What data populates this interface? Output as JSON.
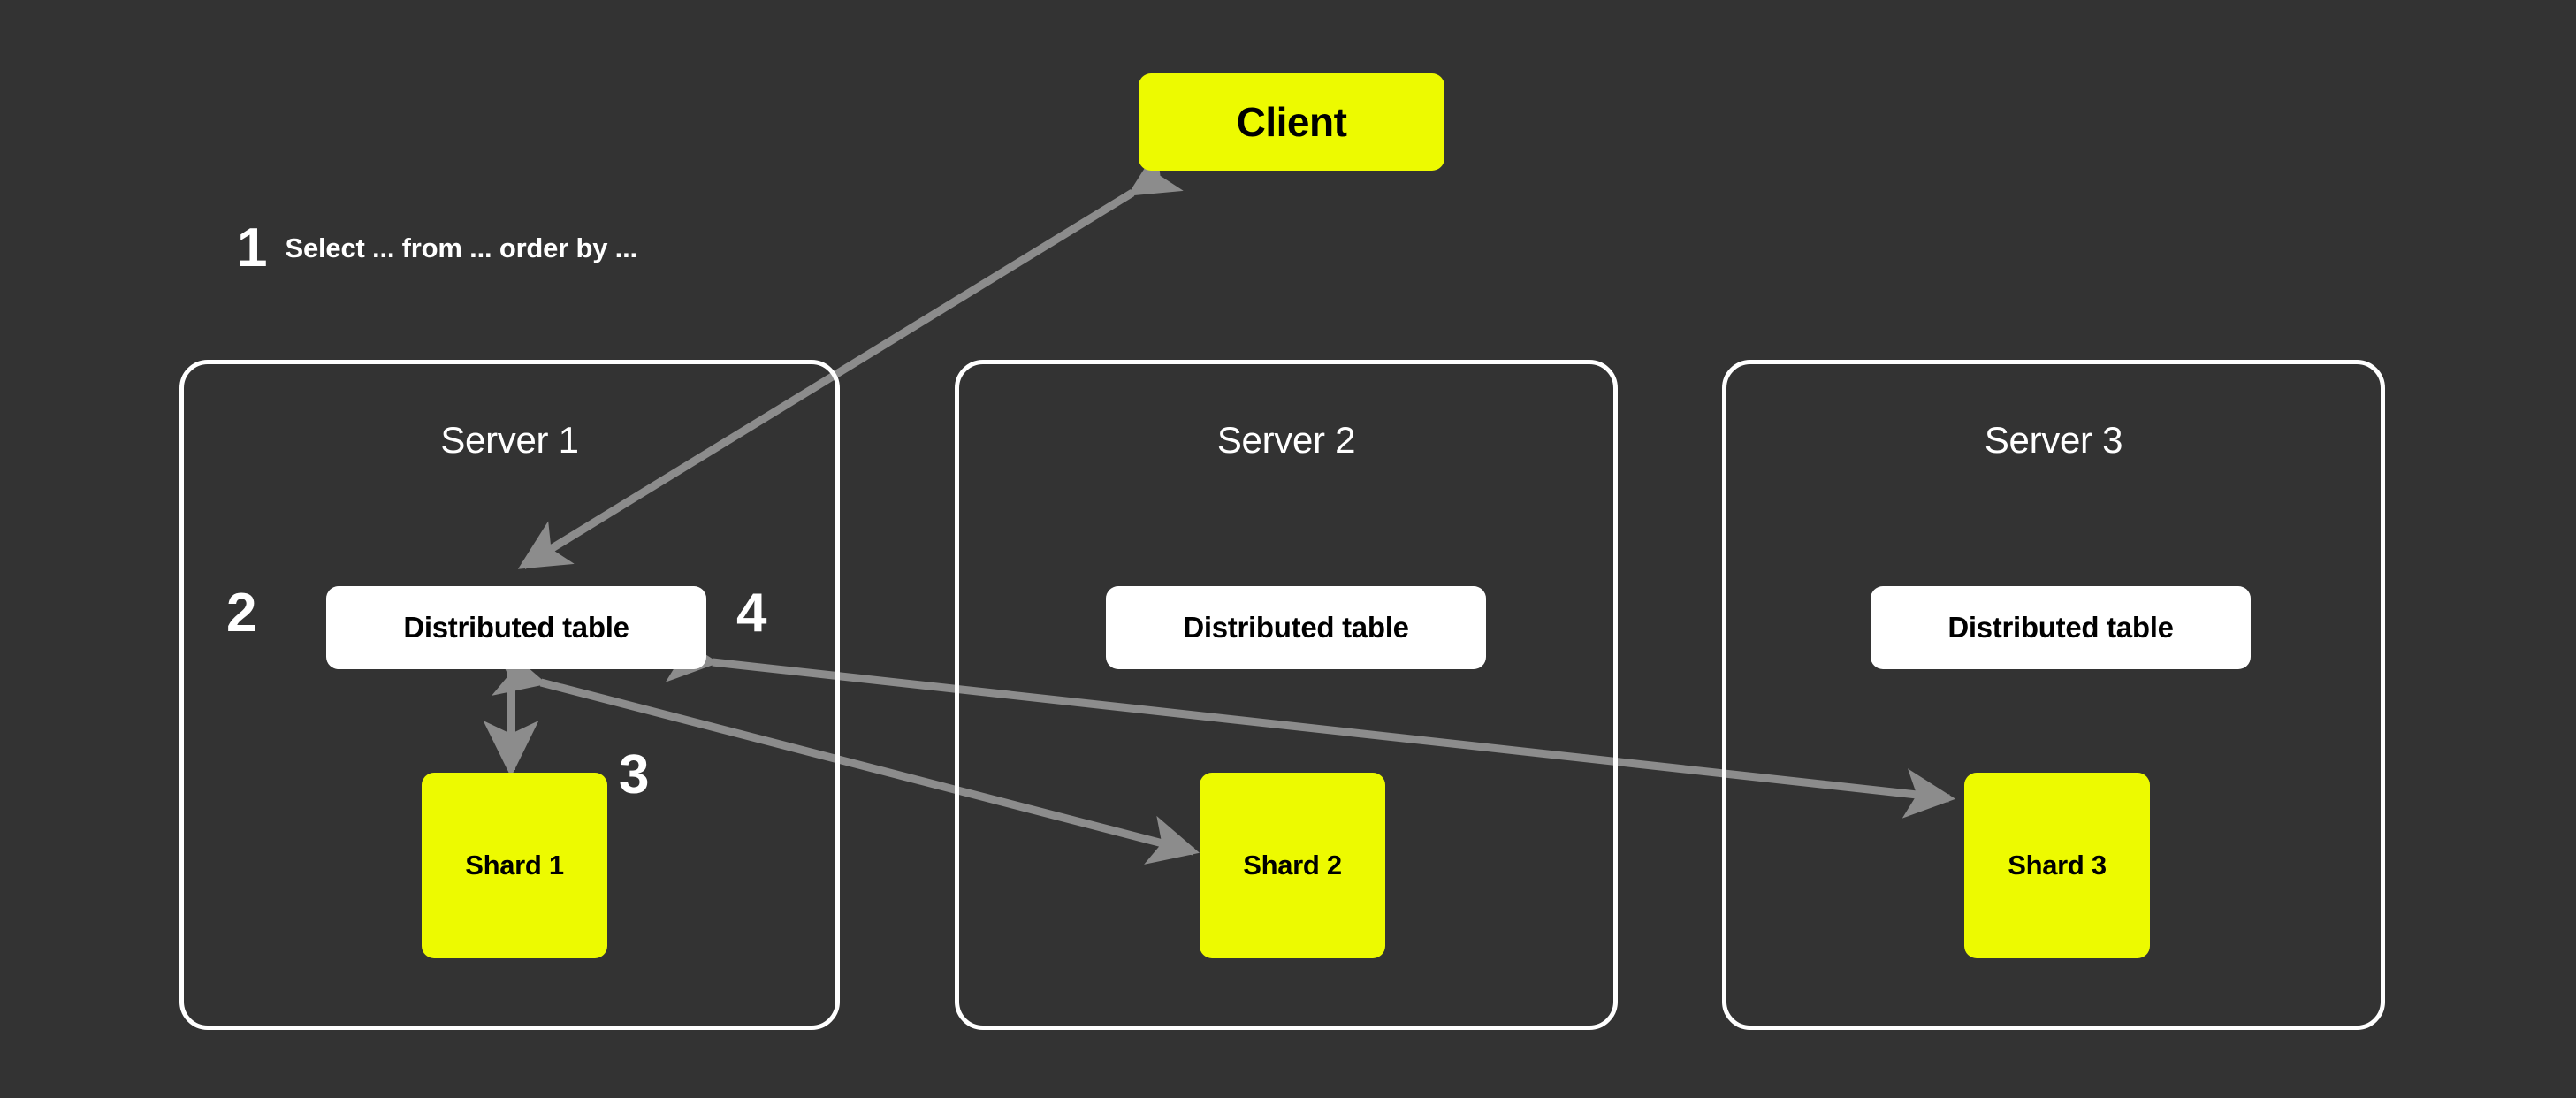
{
  "diagram": {
    "title": "Distributed table query flow across sharded servers",
    "background_color": "#333333",
    "accent_color": "#EDFA00",
    "arrow_color": "#8C8C8C",
    "panel_border_color": "#FFFFFF"
  },
  "client": {
    "label": "Client"
  },
  "steps": [
    {
      "number": "1",
      "text": "Select ... from ... order by ..."
    },
    {
      "number": "2",
      "text": ""
    },
    {
      "number": "3",
      "text": ""
    },
    {
      "number": "4",
      "text": ""
    }
  ],
  "step1": {
    "number": "1",
    "query": "Select ... from ... order by ..."
  },
  "markers": {
    "two": "2",
    "three": "3",
    "four": "4"
  },
  "servers": [
    {
      "title": "Server 1",
      "distributed_table": "Distributed table",
      "shard": "Shard 1"
    },
    {
      "title": "Server 2",
      "distributed_table": "Distributed table",
      "shard": "Shard 2"
    },
    {
      "title": "Server 3",
      "distributed_table": "Distributed table",
      "shard": "Shard 3"
    }
  ],
  "edges": [
    {
      "name": "client-to-distributed-table-1",
      "from": "Client",
      "to": "Distributed table (Server 1)",
      "direction": "bidirectional"
    },
    {
      "name": "distributed-table-1-to-shard-1",
      "from": "Distributed table (Server 1)",
      "to": "Shard 1",
      "direction": "bidirectional"
    },
    {
      "name": "distributed-table-1-to-shard-2",
      "from": "Distributed table (Server 1)",
      "to": "Shard 2",
      "direction": "bidirectional"
    },
    {
      "name": "distributed-table-1-to-shard-3",
      "from": "Distributed table (Server 1)",
      "to": "Shard 3",
      "direction": "bidirectional"
    }
  ]
}
